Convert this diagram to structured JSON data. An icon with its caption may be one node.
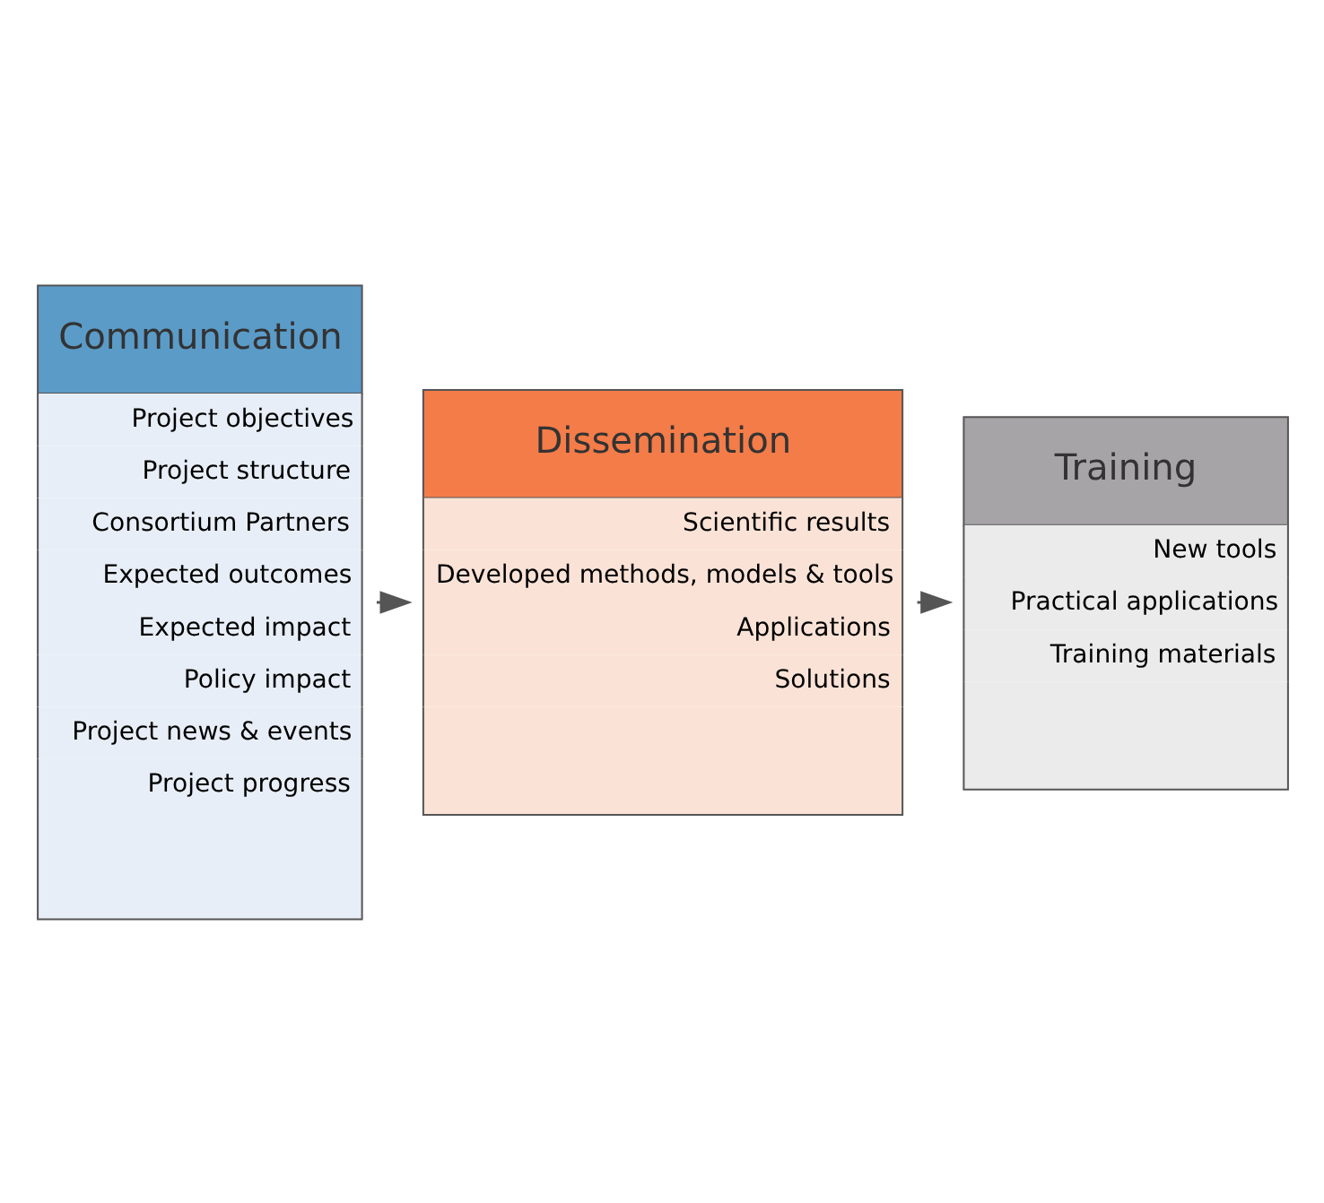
{
  "diagram": {
    "nodes": [
      {
        "text": [
          "Communication",
          "Project objectives",
          "Project structure",
          "Consortium Partners",
          "Expected outcomes",
          "Expected impact",
          "Policy impact",
          "Project news & events",
          "Project progress"
        ]
      },
      {
        "text": [
          "Dissemination",
          "Scientific results",
          "Developed methods, models & tools",
          "Applications",
          "Solutions"
        ]
      },
      {
        "text": [
          "Training",
          "New tools",
          "Practical applications",
          "Training materials"
        ]
      }
    ],
    "edges": [
      {
        "from": 0,
        "to": 1,
        "arrow": "to"
      },
      {
        "from": 1,
        "to": 2,
        "arrow": "to"
      }
    ]
  }
}
